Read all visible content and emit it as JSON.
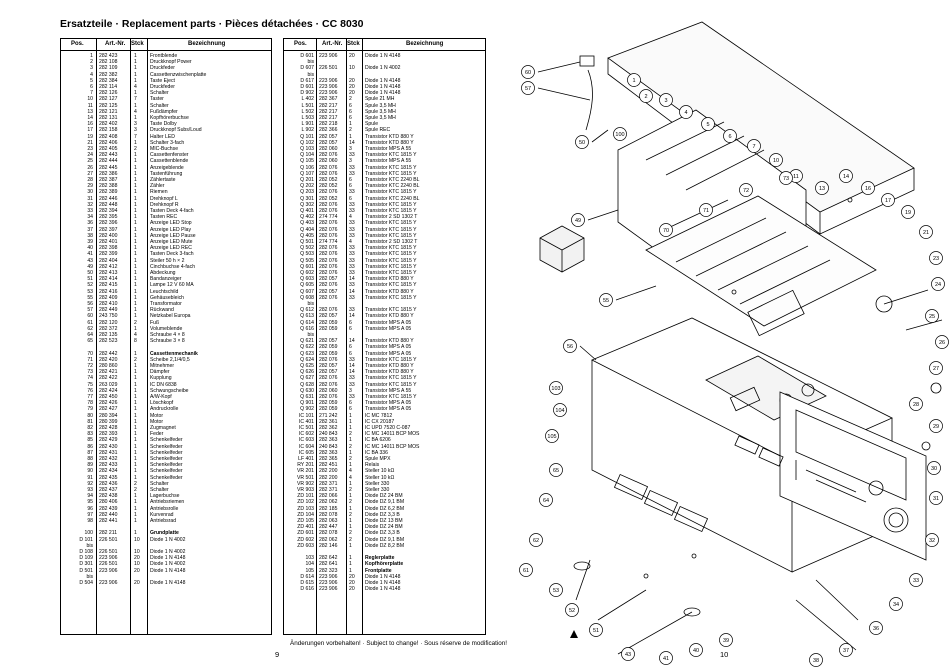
{
  "header": {
    "title": "Ersatzteile · Replacement parts · Pièces détachées · CC 8030"
  },
  "columns": {
    "pos": "Pos.",
    "art": "Art.-Nr.",
    "stck": "Stck",
    "bez": "Bezeichnung"
  },
  "left_rows": [
    [
      "1",
      "282 423",
      "1",
      "Frontblende"
    ],
    [
      "2",
      "282 108",
      "1",
      "Druckknopf Power"
    ],
    [
      "3",
      "282 109",
      "1",
      "Druckfeder"
    ],
    [
      "4",
      "282 382",
      "1",
      "Cassettenzwischenplatte"
    ],
    [
      "5",
      "282 384",
      "1",
      "Taste Eject"
    ],
    [
      "6",
      "282 114",
      "4",
      "Druckfeder"
    ],
    [
      "7",
      "282 126",
      "1",
      "Schalter"
    ],
    [
      "10",
      "282 127",
      "7",
      "Taster"
    ],
    [
      "11",
      "282 125",
      "1",
      "Schalter"
    ],
    [
      "13",
      "282 121",
      "4",
      "Fußdämpfer"
    ],
    [
      "14",
      "282 131",
      "1",
      "Kopfhörerbuchse"
    ],
    [
      "16",
      "282 402",
      "3",
      "Taste Dolby"
    ],
    [
      "17",
      "282 158",
      "3",
      "Druckknopf Subs/Loud"
    ],
    [
      "19",
      "282 408",
      "7",
      "Halter LED"
    ],
    [
      "21",
      "282 406",
      "1",
      "Schalter 3-fach"
    ],
    [
      "23",
      "282 405",
      "2",
      "MIC-Buchse"
    ],
    [
      "24",
      "282 443",
      "1",
      "Cassettenfenster"
    ],
    [
      "25",
      "282 444",
      "1",
      "Cassettenblende"
    ],
    [
      "26",
      "282 445",
      "1",
      "Anzeigeblende"
    ],
    [
      "27",
      "282 386",
      "1",
      "Tastenführung"
    ],
    [
      "28",
      "282 387",
      "1",
      "Zählertaste"
    ],
    [
      "29",
      "282 388",
      "1",
      "Zähler"
    ],
    [
      "30",
      "282 389",
      "1",
      "Riemen"
    ],
    [
      "31",
      "282 446",
      "1",
      "Drehknopf L"
    ],
    [
      "32",
      "282 448",
      "1",
      "Drehknopf R"
    ],
    [
      "33",
      "282 394",
      "1",
      "Tasten Deck 4-fach"
    ],
    [
      "34",
      "282 395",
      "1",
      "Tasten REC"
    ],
    [
      "36",
      "282 396",
      "1",
      "Anzeige LED Stop"
    ],
    [
      "37",
      "282 397",
      "1",
      "Anzeige LED Play"
    ],
    [
      "38",
      "282 400",
      "1",
      "Anzeige LED Pause"
    ],
    [
      "39",
      "282 401",
      "1",
      "Anzeige LED Mute"
    ],
    [
      "40",
      "282 398",
      "1",
      "Anzeige LED REC"
    ],
    [
      "41",
      "282 399",
      "1",
      "Tasten Deck 3-fach"
    ],
    [
      "43",
      "282 404",
      "1",
      "Steiler 50 h × 2"
    ],
    [
      "49",
      "282 412",
      "1",
      "Cinchbuchse 4-fach"
    ],
    [
      "50",
      "282 413",
      "1",
      "Abdeckung"
    ],
    [
      "51",
      "282 414",
      "1",
      "Bandanzeiger"
    ],
    [
      "52",
      "282 415",
      "1",
      "Lampe 12 V 60 MA"
    ],
    [
      "53",
      "282 416",
      "1",
      "Leuchtschild"
    ],
    [
      "55",
      "282 409",
      "1",
      "Gehäusebleich"
    ],
    [
      "56",
      "282 410",
      "1",
      "Transformator"
    ],
    [
      "57",
      "282 449",
      "1",
      "Rückwand"
    ],
    [
      "60",
      "243 750",
      "1",
      "Netzkabel Europa"
    ],
    [
      "61",
      "282 120",
      "2",
      "Fuß"
    ],
    [
      "62",
      "282 372",
      "1",
      "Volumeblende"
    ],
    [
      "64",
      "282 135",
      "4",
      "Schraube 4 × 8"
    ],
    [
      "65",
      "282 523",
      "8",
      "Schraube 3 × 8"
    ],
    [
      "",
      "",
      "",
      ""
    ],
    [
      "70",
      "282 442",
      "1",
      "Cassettenmechanik"
    ],
    [
      "71",
      "282 420",
      "2",
      "Scheibe 2,1/4/0,5"
    ],
    [
      "72",
      "280 860",
      "1",
      "Mitnehmer"
    ],
    [
      "73",
      "282 421",
      "1",
      "Dämpfer"
    ],
    [
      "74",
      "282 422",
      "1",
      "Kupplung"
    ],
    [
      "75",
      "263 029",
      "1",
      "IC DN 6838"
    ],
    [
      "76",
      "282 424",
      "1",
      "Schwungscheibe"
    ],
    [
      "77",
      "282 450",
      "1",
      "A/W-Kopf"
    ],
    [
      "78",
      "282 426",
      "1",
      "Löschkopf"
    ],
    [
      "79",
      "282 427",
      "1",
      "Andruckrolle"
    ],
    [
      "80",
      "280 394",
      "1",
      "Motor"
    ],
    [
      "81",
      "280 399",
      "1",
      "Motor"
    ],
    [
      "82",
      "282 428",
      "1",
      "Zugmagnet"
    ],
    [
      "83",
      "282 393",
      "1",
      "Feder"
    ],
    [
      "85",
      "282 429",
      "1",
      "Schenkelfeder"
    ],
    [
      "86",
      "282 430",
      "1",
      "Schenkelfeder"
    ],
    [
      "87",
      "282 431",
      "1",
      "Schenkelfeder"
    ],
    [
      "88",
      "282 432",
      "1",
      "Schenkelfeder"
    ],
    [
      "89",
      "282 433",
      "1",
      "Schenkelfeder"
    ],
    [
      "90",
      "282 434",
      "1",
      "Schenkelfeder"
    ],
    [
      "91",
      "282 435",
      "1",
      "Schenkelfeder"
    ],
    [
      "92",
      "282 436",
      "2",
      "Schalter"
    ],
    [
      "93",
      "282 437",
      "2",
      "Schalter"
    ],
    [
      "94",
      "282 438",
      "1",
      "Lagerbuchse"
    ],
    [
      "95",
      "280 406",
      "1",
      "Antriebsriemen"
    ],
    [
      "96",
      "282 439",
      "1",
      "Antriebsrolle"
    ],
    [
      "97",
      "282 440",
      "1",
      "Kurvenrad"
    ],
    [
      "98",
      "282 441",
      "1",
      "Antriebsrad"
    ],
    [
      "",
      "",
      "",
      ""
    ],
    [
      "100",
      "282 211",
      "1",
      "Grundplatte"
    ],
    [
      "D 101",
      "226 501",
      "10",
      "Diode 1 N 4002"
    ],
    [
      "bis",
      "",
      "",
      ""
    ],
    [
      "D 108",
      "226 501",
      "10",
      "Diode 1 N 4002"
    ],
    [
      "D 109",
      "223 906",
      "20",
      "Diode 1 N 4148"
    ],
    [
      "D 301",
      "226 501",
      "10",
      "Diode 1 N 4002"
    ],
    [
      "D 501",
      "223 906",
      "20",
      "Diode 1 N 4148"
    ],
    [
      "bis",
      "",
      "",
      ""
    ],
    [
      "D 504",
      "223 906",
      "20",
      "Diode 1 N 4148"
    ]
  ],
  "right_rows": [
    [
      "D 601",
      "223 906",
      "20",
      "Diode 1 N 4148"
    ],
    [
      "bis",
      "",
      "",
      ""
    ],
    [
      "D 607",
      "226 501",
      "10",
      "Diode 1 N 4002"
    ],
    [
      "bis",
      "",
      "",
      ""
    ],
    [
      "D 617",
      "223 906",
      "20",
      "Diode 1 N 4148"
    ],
    [
      "D 601",
      "223 906",
      "20",
      "Diode 1 N 4148"
    ],
    [
      "D 902",
      "223 906",
      "20",
      "Diode 1 N 4148"
    ],
    [
      "L 402",
      "282 367",
      "2",
      "Spule 21 MH"
    ],
    [
      "L 501",
      "282 217",
      "6",
      "Spule 3,5 MH"
    ],
    [
      "L 502",
      "282 217",
      "6",
      "Spule 3,5 MH"
    ],
    [
      "L 503",
      "282 217",
      "6",
      "Spule 3,5 MH"
    ],
    [
      "L 901",
      "282 218",
      "1",
      "Spule"
    ],
    [
      "L 902",
      "282 366",
      "2",
      "Spule REC"
    ],
    [
      "Q 101",
      "282 057",
      "1",
      "Transistor KTD 880 Y"
    ],
    [
      "Q 102",
      "282 057",
      "14",
      "Transistor KTD 880 Y"
    ],
    [
      "Q 103",
      "282 060",
      "3",
      "Transistor MPS A 55"
    ],
    [
      "Q 104",
      "282 076",
      "33",
      "Transistor KTC 1815 Y"
    ],
    [
      "Q 105",
      "282 060",
      "3",
      "Transistor MPS A 55"
    ],
    [
      "Q 106",
      "282 076",
      "33",
      "Transistor KTC 1815 Y"
    ],
    [
      "Q 107",
      "282 076",
      "33",
      "Transistor KTC 1815 Y"
    ],
    [
      "Q 201",
      "282 052",
      "6",
      "Transistor KTC 2240 BL"
    ],
    [
      "Q 202",
      "282 052",
      "6",
      "Transistor KTC 2240 BL"
    ],
    [
      "Q 203",
      "282 076",
      "33",
      "Transistor KTC 1815 Y"
    ],
    [
      "Q 301",
      "282 052",
      "6",
      "Transistor KTC 2240 BL"
    ],
    [
      "Q 302",
      "282 076",
      "33",
      "Transistor KTC 1815 Y"
    ],
    [
      "Q 401",
      "282 076",
      "33",
      "Transistor KTC 1815 Y"
    ],
    [
      "Q 402",
      "274 774",
      "4",
      "Transistor 2 SD 1302 T"
    ],
    [
      "Q 403",
      "282 076",
      "33",
      "Transistor KTC 1815 Y"
    ],
    [
      "Q 404",
      "282 076",
      "33",
      "Transistor KTC 1815 Y"
    ],
    [
      "Q 405",
      "282 076",
      "33",
      "Transistor KTC 1815 Y"
    ],
    [
      "Q 501",
      "274 774",
      "4",
      "Transistor 2 SD 1302 T"
    ],
    [
      "Q 502",
      "282 076",
      "33",
      "Transistor KTC 1815 Y"
    ],
    [
      "Q 503",
      "282 076",
      "33",
      "Transistor KTC 1815 Y"
    ],
    [
      "Q 505",
      "282 076",
      "33",
      "Transistor KTC 1815 Y"
    ],
    [
      "Q 601",
      "282 076",
      "33",
      "Transistor KTC 1815 Y"
    ],
    [
      "Q 602",
      "282 076",
      "33",
      "Transistor KTC 1815 Y"
    ],
    [
      "Q 603",
      "282 057",
      "14",
      "Transistor KTD 880 Y"
    ],
    [
      "Q 605",
      "282 076",
      "33",
      "Transistor KTC 1815 Y"
    ],
    [
      "Q 607",
      "282 057",
      "14",
      "Transistor KTD 880 Y"
    ],
    [
      "Q 608",
      "282 076",
      "33",
      "Transistor KTC 1815 Y"
    ],
    [
      "bis",
      "",
      "",
      ""
    ],
    [
      "Q 612",
      "282 076",
      "33",
      "Transistor KTC 1815 Y"
    ],
    [
      "Q 613",
      "282 057",
      "14",
      "Transistor KTD 880 Y"
    ],
    [
      "Q 614",
      "282 059",
      "6",
      "Transistor MPS A 05"
    ],
    [
      "Q 616",
      "282 059",
      "6",
      "Transistor MPS A 05"
    ],
    [
      "bis",
      "",
      "",
      ""
    ],
    [
      "Q 621",
      "282 057",
      "14",
      "Transistor KTD 880 Y"
    ],
    [
      "Q 622",
      "282 059",
      "6",
      "Transistor MPS A 05"
    ],
    [
      "Q 623",
      "282 059",
      "6",
      "Transistor MPS A 05"
    ],
    [
      "Q 624",
      "282 076",
      "33",
      "Transistor KTC 1815 Y"
    ],
    [
      "Q 625",
      "282 057",
      "14",
      "Transistor KTD 880 Y"
    ],
    [
      "Q 626",
      "282 057",
      "14",
      "Transistor KTD 880 Y"
    ],
    [
      "Q 627",
      "282 076",
      "33",
      "Transistor KTC 1815 Y"
    ],
    [
      "Q 628",
      "282 076",
      "33",
      "Transistor KTC 1815 Y"
    ],
    [
      "Q 630",
      "282 060",
      "3",
      "Transistor MPS A 55"
    ],
    [
      "Q 631",
      "282 076",
      "33",
      "Transistor KTC 1815 Y"
    ],
    [
      "Q 901",
      "282 059",
      "6",
      "Transistor MPS A 05"
    ],
    [
      "Q 902",
      "282 059",
      "6",
      "Transistor MPS A 05"
    ],
    [
      "IC 101",
      "271 242",
      "1",
      "IC MC 7812"
    ],
    [
      "IC 401",
      "282 361",
      "1",
      "IC CX 20187"
    ],
    [
      "IC 501",
      "282 362",
      "1",
      "IC UPD 7520 C-087"
    ],
    [
      "IC 602",
      "240 843",
      "2",
      "IC MC 14011 BCP MOS"
    ],
    [
      "IC 603",
      "282 363",
      "1",
      "IC BA 6206"
    ],
    [
      "IC 604",
      "240 843",
      "2",
      "IC MC 14011 BCP MOS"
    ],
    [
      "IC 605",
      "282 363",
      "1",
      "IC BA 336"
    ],
    [
      "LF 401",
      "282 365",
      "2",
      "Spule MPX"
    ],
    [
      "RY 201",
      "282 451",
      "1",
      "Relais"
    ],
    [
      "VR 201",
      "282 200",
      "4",
      "Steller 10 kΩ"
    ],
    [
      "VR 501",
      "282 200",
      "4",
      "Steller 10 kΩ"
    ],
    [
      "VR 902",
      "282 371",
      "1",
      "Steller 330"
    ],
    [
      "VR 903",
      "282 371",
      "2",
      "Steller 330"
    ],
    [
      "ZD 101",
      "282 066",
      "1",
      "Diode DZ 24 BM"
    ],
    [
      "ZD 102",
      "282 062",
      "2",
      "Diode DZ 9,1 BM"
    ],
    [
      "ZD 103",
      "282 185",
      "1",
      "Diode DZ 6,2 BM"
    ],
    [
      "ZD 104",
      "282 078",
      "2",
      "Diode DZ 3,3 B"
    ],
    [
      "ZD 105",
      "282 063",
      "1",
      "Diode DZ 13 BM"
    ],
    [
      "ZD 401",
      "282 447",
      "1",
      "Diode DZ 24 BM"
    ],
    [
      "ZD 601",
      "282 078",
      "2",
      "Diode DZ 3,3 B"
    ],
    [
      "ZD 602",
      "282 062",
      "2",
      "Diode DZ 9,1 BM"
    ],
    [
      "ZD 603",
      "282 146",
      "1",
      "Diode DZ 8,2 BM"
    ],
    [
      "",
      "",
      "",
      ""
    ],
    [
      "103",
      "282 642",
      "1",
      "Reglerplatte"
    ],
    [
      "104",
      "282 641",
      "1",
      "Kopfhörerplatte"
    ],
    [
      "105",
      "282 323",
      "1",
      "Frontplatte"
    ],
    [
      "D 614",
      "223 906",
      "20",
      "Diode 1 N 4148"
    ],
    [
      "D 615",
      "223 906",
      "20",
      "Diode 1 N 4148"
    ],
    [
      "D 616",
      "223 906",
      "20",
      "Diode 1 N 4148"
    ]
  ],
  "bold_titles": [
    "Cassettenmechanik",
    "Grundplatte",
    "Reglerplatte",
    "Kopfhörerplatte",
    "Frontplatte"
  ],
  "footer": {
    "note": "Änderungen vorbehalten! · Subject to change! · Sous réserve de modification!"
  },
  "pages": {
    "left": "9",
    "right": "10"
  },
  "diagram": {
    "callouts": [
      "60",
      "57",
      "50",
      "49",
      "55",
      "56",
      "100",
      "103",
      "104",
      "105",
      "1",
      "2",
      "3",
      "4",
      "5",
      "6",
      "7",
      "10",
      "11",
      "13",
      "14",
      "16",
      "17",
      "19",
      "21",
      "23",
      "24",
      "25",
      "26",
      "27",
      "28",
      "29",
      "30",
      "31",
      "32",
      "33",
      "34",
      "36",
      "37",
      "38",
      "39",
      "40",
      "41",
      "43",
      "51",
      "52",
      "53",
      "61",
      "62",
      "64",
      "65",
      "70",
      "71",
      "72",
      "73"
    ]
  }
}
